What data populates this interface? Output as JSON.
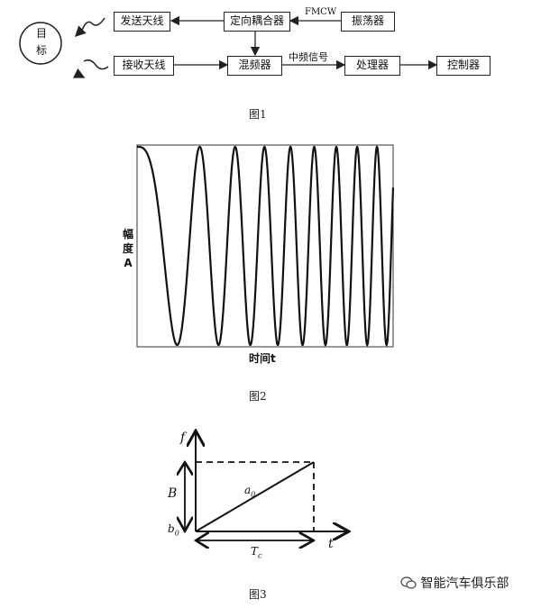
{
  "figure1": {
    "caption": "图1",
    "target": "目\n标",
    "blocks": {
      "transmit_antenna": "发送天线",
      "directional_coupler": "定向耦合器",
      "oscillator": "振荡器",
      "receive_antenna": "接收天线",
      "mixer": "混频器",
      "processor": "处理器",
      "controller": "控制器"
    },
    "edge_labels": {
      "fmcw": "FMCW",
      "if_signal": "中频信号"
    }
  },
  "figure2": {
    "caption": "图2",
    "ylabel": "幅度A",
    "xlabel": "时间t",
    "chart_data": {
      "type": "line",
      "title": "",
      "xlabel": "时间t",
      "ylabel": "幅度A",
      "description_of_signal": "",
      "chirp": {
        "amplitude": 1,
        "peaks_count": 9,
        "grid": false
      }
    }
  },
  "figure3": {
    "caption": "图3",
    "labels": {
      "f": "f",
      "t": "t",
      "B": "B",
      "b0": "b0",
      "a0": "a0",
      "Tc": "Tc"
    }
  },
  "watermark": "智能汽车俱乐部"
}
